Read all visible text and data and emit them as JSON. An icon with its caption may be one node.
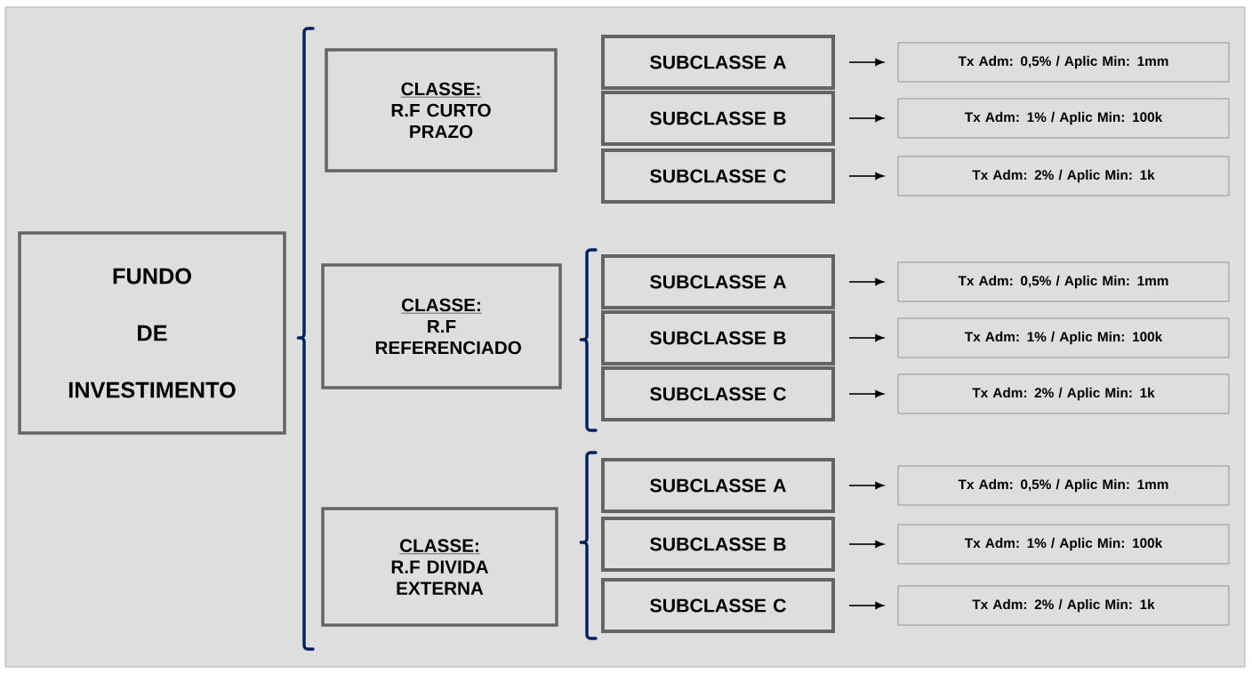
{
  "diagram": {
    "nodes": [
      {
        "text": [
          "FUNDO",
          "DE",
          "INVESTIMENTO"
        ]
      },
      {
        "text": [
          "CLASSE:",
          "R.F CURTO PRAZO"
        ]
      },
      {
        "text": [
          "SUBCLASSE A"
        ]
      },
      {
        "text": [
          "Tx Adm: 0,5% / Aplic Min: 1mm"
        ]
      },
      {
        "text": [
          "SUBCLASSE B"
        ]
      },
      {
        "text": [
          "Tx Adm: 1% / Aplic Min: 100k"
        ]
      },
      {
        "text": [
          "SUBCLASSE C"
        ]
      },
      {
        "text": [
          "Tx Adm: 2% / Aplic Min: 1k"
        ]
      },
      {
        "text": [
          "CLASSE:",
          "R.F REFERENCIADO"
        ]
      },
      {
        "text": [
          "SUBCLASSE A"
        ]
      },
      {
        "text": [
          "Tx Adm: 0,5% / Aplic Min: 1mm"
        ]
      },
      {
        "text": [
          "SUBCLASSE B"
        ]
      },
      {
        "text": [
          "Tx Adm: 1% / Aplic Min: 100k"
        ]
      },
      {
        "text": [
          "SUBCLASSE C"
        ]
      },
      {
        "text": [
          "Tx Adm: 2% / Aplic Min: 1k"
        ]
      },
      {
        "text": [
          "CLASSE:",
          "R.F DIVIDA EXTERNA"
        ]
      },
      {
        "text": [
          "SUBCLASSE A"
        ]
      },
      {
        "text": [
          "Tx Adm: 0,5% / Aplic Min: 1mm"
        ]
      },
      {
        "text": [
          "SUBCLASSE B"
        ]
      },
      {
        "text": [
          "Tx Adm: 1% / Aplic Min: 100k"
        ]
      },
      {
        "text": [
          "SUBCLASSE C"
        ]
      },
      {
        "text": [
          "Tx Adm: 2% / Aplic Min: 1k"
        ]
      }
    ],
    "edges": [
      {
        "from": 2,
        "to": 3,
        "arrow": "to"
      },
      {
        "from": 4,
        "to": 5,
        "arrow": "to"
      },
      {
        "from": 6,
        "to": 7,
        "arrow": "to"
      },
      {
        "from": 9,
        "to": 10,
        "arrow": "to"
      },
      {
        "from": 11,
        "to": 12,
        "arrow": "to"
      },
      {
        "from": 13,
        "to": 14,
        "arrow": "to"
      },
      {
        "from": 16,
        "to": 17,
        "arrow": "to"
      },
      {
        "from": 18,
        "to": 19,
        "arrow": "to"
      },
      {
        "from": 20,
        "to": 21,
        "arrow": "to"
      }
    ]
  }
}
